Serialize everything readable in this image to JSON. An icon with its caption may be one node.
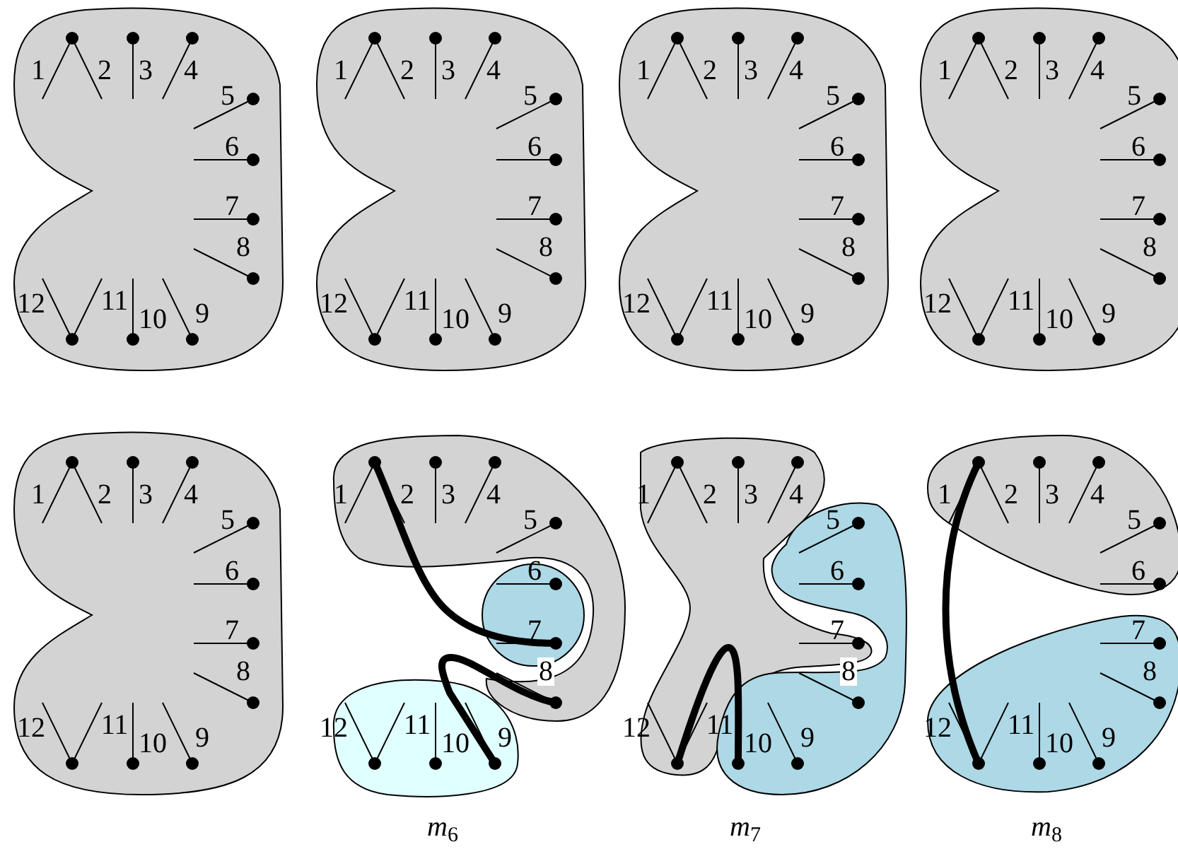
{
  "diagram": {
    "labels": [
      "1",
      "2",
      "3",
      "4",
      "5",
      "6",
      "7",
      "8",
      "9",
      "10",
      "11",
      "12",
      "1",
      "2",
      "3",
      "4",
      "5",
      "6",
      "7",
      "8",
      "9",
      "10",
      "11",
      "12",
      "1",
      "2",
      "3",
      "4",
      "5",
      "6",
      "7",
      "8",
      "9",
      "10",
      "11",
      "12",
      "1",
      "2",
      "3",
      "4",
      "5",
      "6",
      "7",
      "8",
      "9",
      "10",
      "11",
      "12",
      "1",
      "2",
      "3",
      "4",
      "5",
      "6",
      "7",
      "8",
      "9",
      "10",
      "11",
      "12",
      "1",
      "2",
      "3",
      "4",
      "5",
      "6",
      "7",
      "8",
      "9",
      "10",
      "11",
      "12",
      "1",
      "2",
      "3",
      "4",
      "5",
      "6",
      "7",
      "8",
      "9",
      "10",
      "11",
      "12",
      "1",
      "2",
      "3",
      "4",
      "5",
      "6",
      "7",
      "8",
      "9",
      "10",
      "11",
      "12",
      "*m*$_{6}$",
      "*m*$_{7}$",
      "*m*$_{8}$"
    ]
  }
}
